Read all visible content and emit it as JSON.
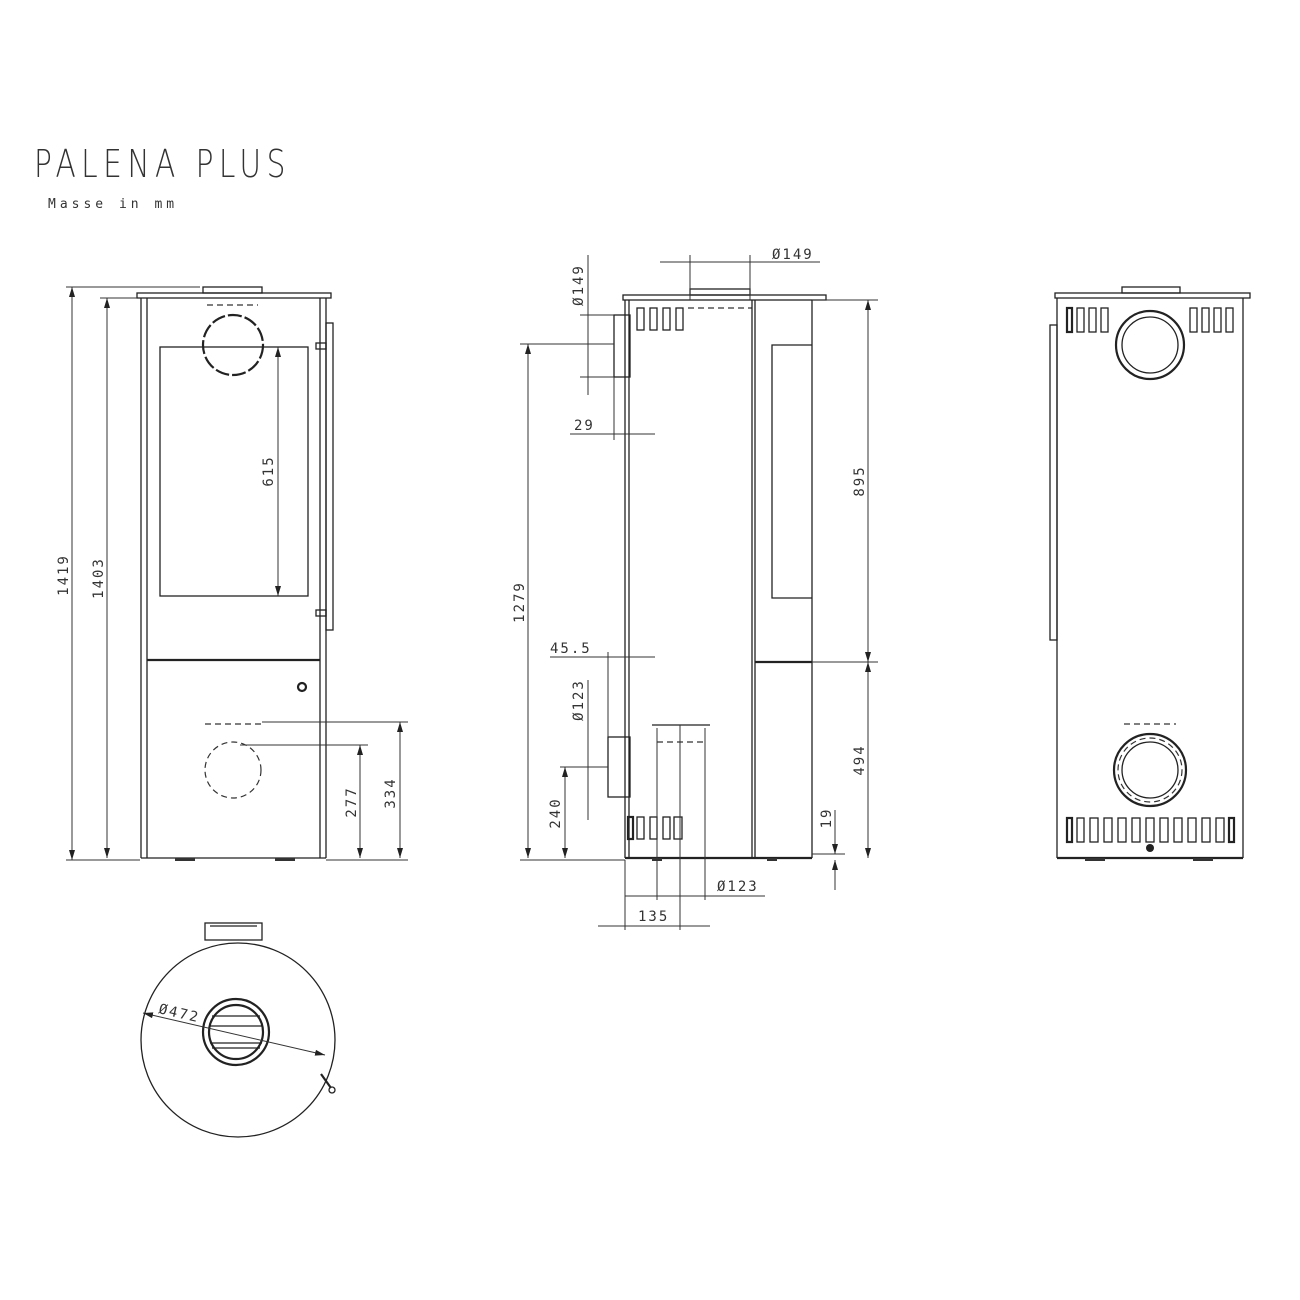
{
  "title": "PALENA PLUS",
  "subtitle": "Masse in mm",
  "front_view": {
    "height_total": "1419",
    "height_body": "1403",
    "glass_height": "615",
    "rear_outlet_center": "277",
    "rear_outlet_top": "334"
  },
  "side_view": {
    "top_outlet_diameter": "Ø149",
    "rear_outlet_diameter": "Ø149",
    "rear_outlet_height": "1279",
    "rear_offset": "29",
    "lower_offset": "45.5",
    "lower_rear_diameter": "Ø123",
    "lower_rear_height": "240",
    "upper_section": "895",
    "lower_section": "494",
    "foot_height": "19",
    "bottom_outlet_diameter": "Ø123",
    "bottom_outlet_offset": "135"
  },
  "top_view": {
    "diameter": "Ø472"
  }
}
